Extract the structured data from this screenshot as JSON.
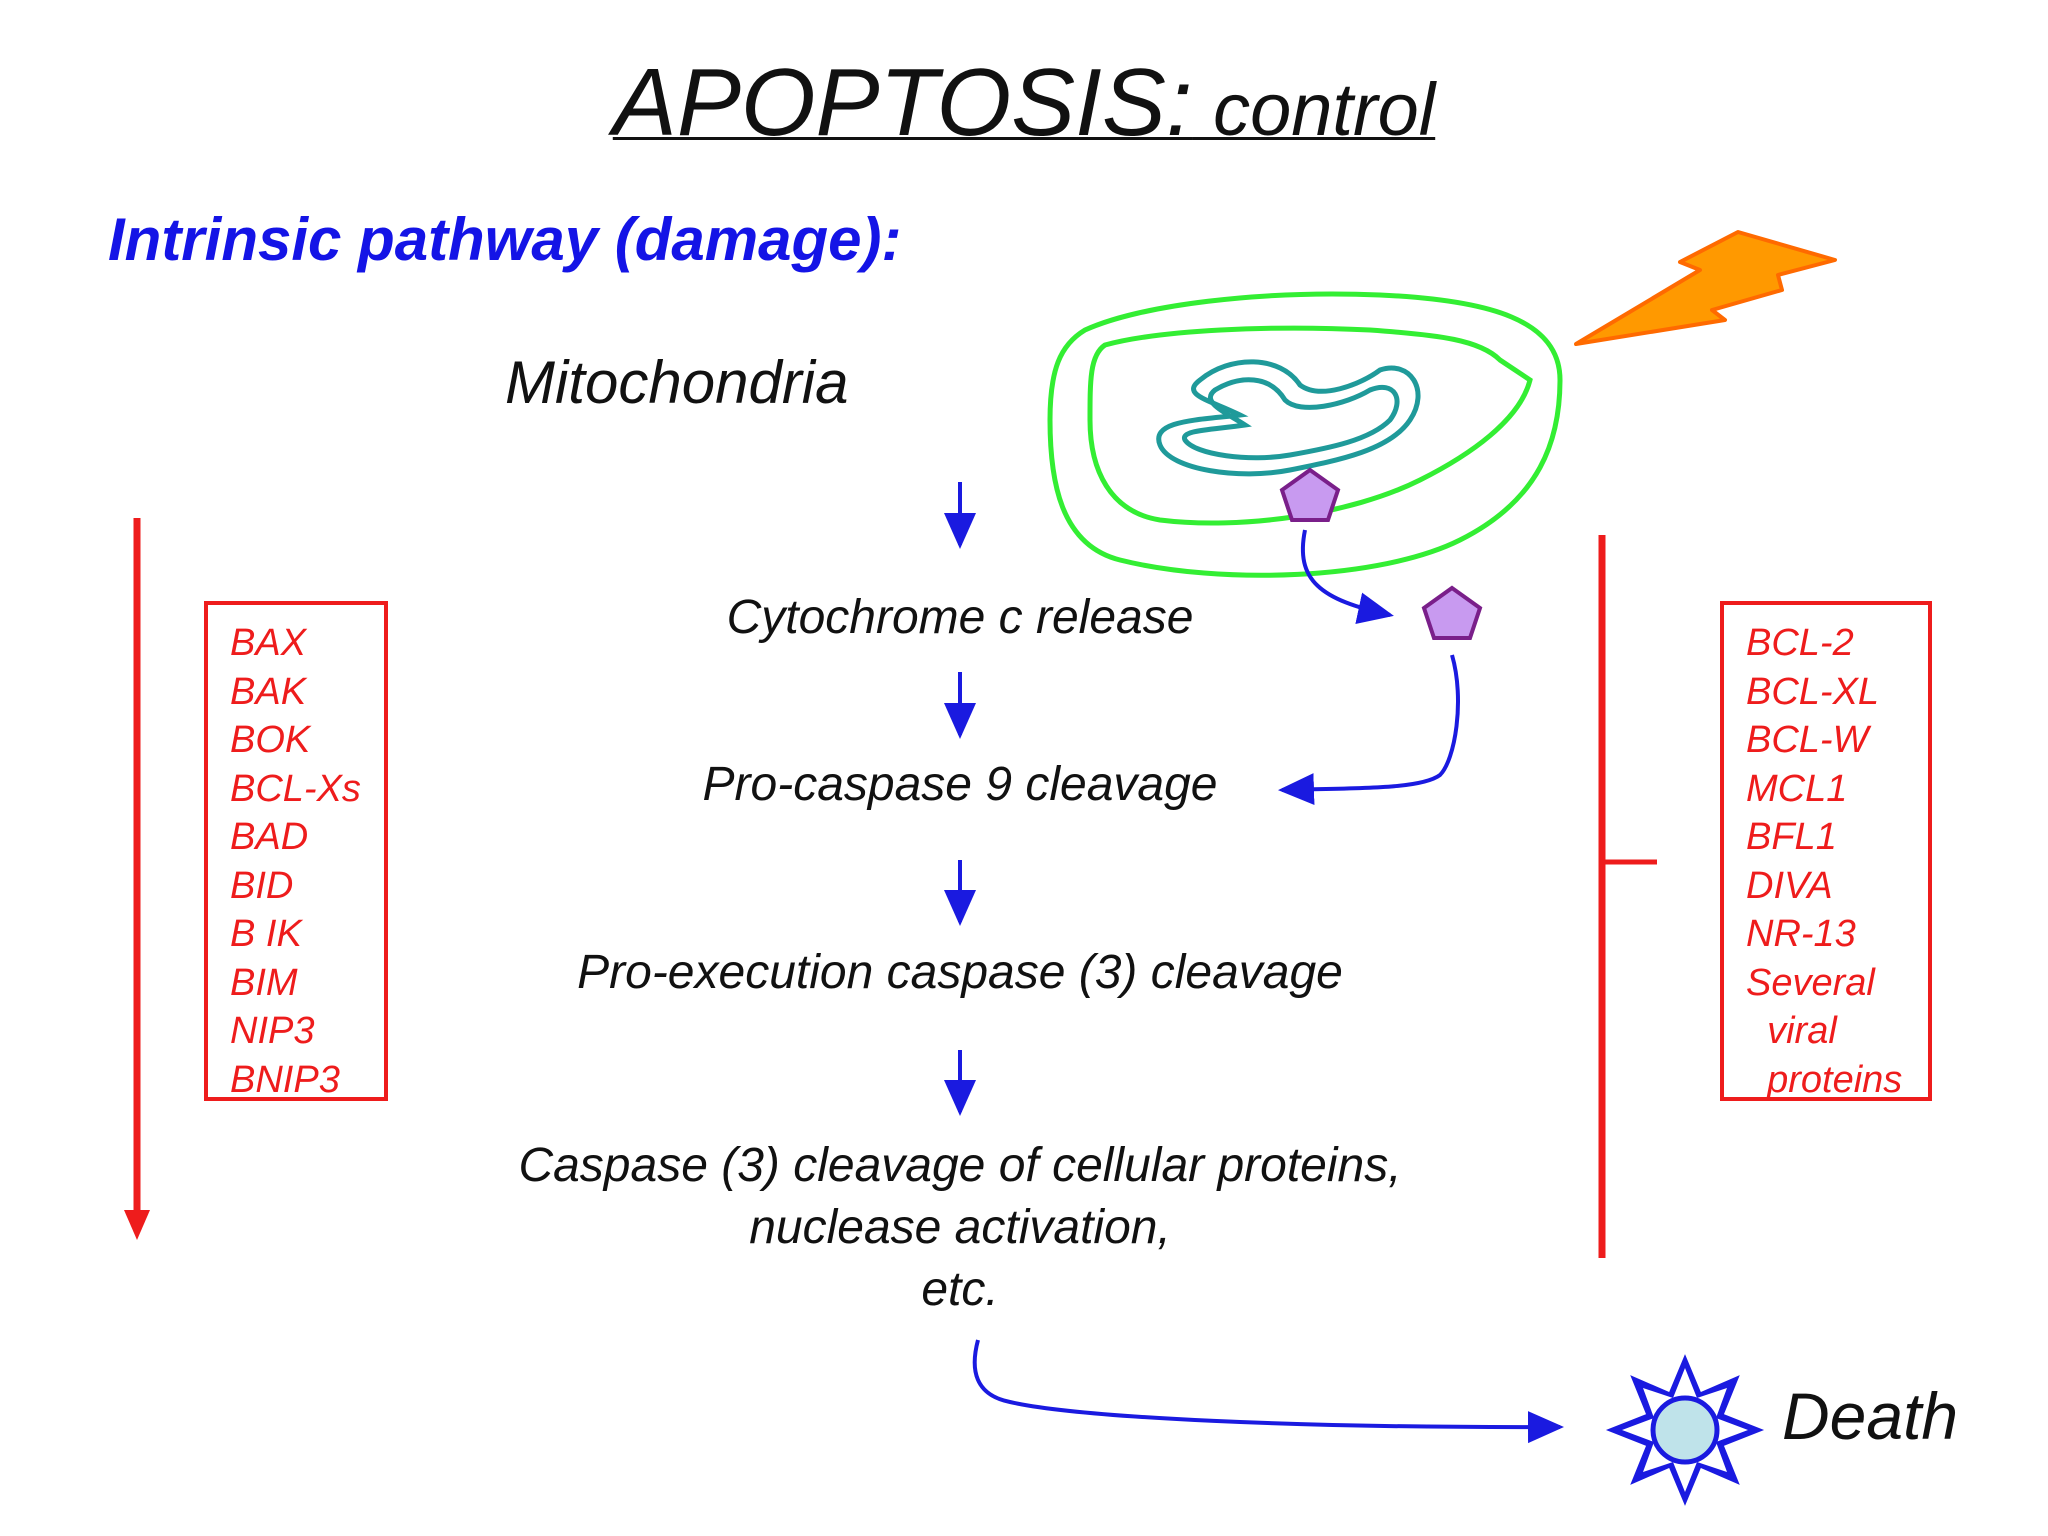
{
  "title": {
    "main": "APOPTOSIS:",
    "sub": " control"
  },
  "subtitle": "Intrinsic pathway (damage):",
  "mitochondria_label": "Mitochondria",
  "steps": [
    "Cytochrome c release",
    "Pro-caspase 9 cleavage",
    "Pro-execution caspase (3) cleavage"
  ],
  "final_step": [
    "Caspase (3) cleavage of cellular proteins,",
    "nuclease activation,",
    "etc."
  ],
  "pro_apoptotic": [
    "BAX",
    "BAK",
    "BOK",
    "BCL-Xs",
    "BAD",
    "BID",
    "B IK",
    "BIM",
    "NIP3",
    "BNIP3"
  ],
  "anti_apoptotic": [
    "BCL-2",
    "BCL-XL",
    "BCL-W",
    "MCL1",
    "BFL1",
    "DIVA",
    "NR-13",
    "Several",
    "  viral",
    "  proteins"
  ],
  "death_label": "Death",
  "colors": {
    "title_blue": "#1414e6",
    "red": "#ee1c1c",
    "arrow_blue": "#1a1ae0",
    "mito_outer": "#33ee33",
    "mito_inner": "#1f9a9a",
    "cytochrome": "#c89af0",
    "lightning": "#ff9900",
    "death_fill": "#bfe3ea"
  }
}
